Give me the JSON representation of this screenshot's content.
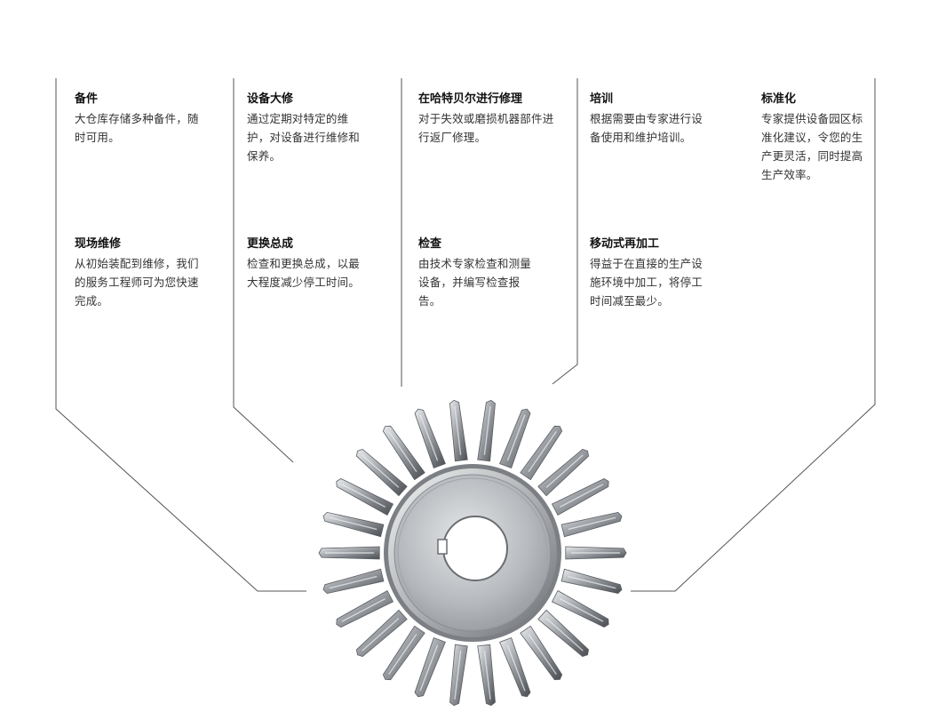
{
  "services": {
    "top": [
      {
        "title": "备件",
        "desc": "大仓库存储多种备件，随时可用。"
      },
      {
        "title": "设备大修",
        "desc": "通过定期对特定的维护，对设备进行维修和保养。"
      },
      {
        "title": "在哈特贝尔进行修理",
        "desc": "对于失效或磨损机器部件进行返厂修理。"
      },
      {
        "title": "培训",
        "desc": "根据需要由专家进行设备使用和维护培训。"
      },
      {
        "title": "标准化",
        "desc": "专家提供设备园区标准化建议，令您的生产更灵活，同时提高生产效率。"
      }
    ],
    "bottom": [
      {
        "title": "现场维修",
        "desc": "从初始装配到维修，我们的服务工程师可为您快速完成。"
      },
      {
        "title": "更换总成",
        "desc": "检查和更换总成，以最大程度减少停工时间。"
      },
      {
        "title": "检查",
        "desc": "由技术专家检查和测量设备，并编写检查报告。"
      },
      {
        "title": "移动式再加工",
        "desc": "得益于在直接的生产设施环境中加工，将停工时间减至最少。"
      }
    ]
  },
  "colors": {
    "line": "#555555",
    "gear_light": "#d7d9dc",
    "gear_dark": "#5e6166",
    "hub": "#b9bcc0"
  }
}
